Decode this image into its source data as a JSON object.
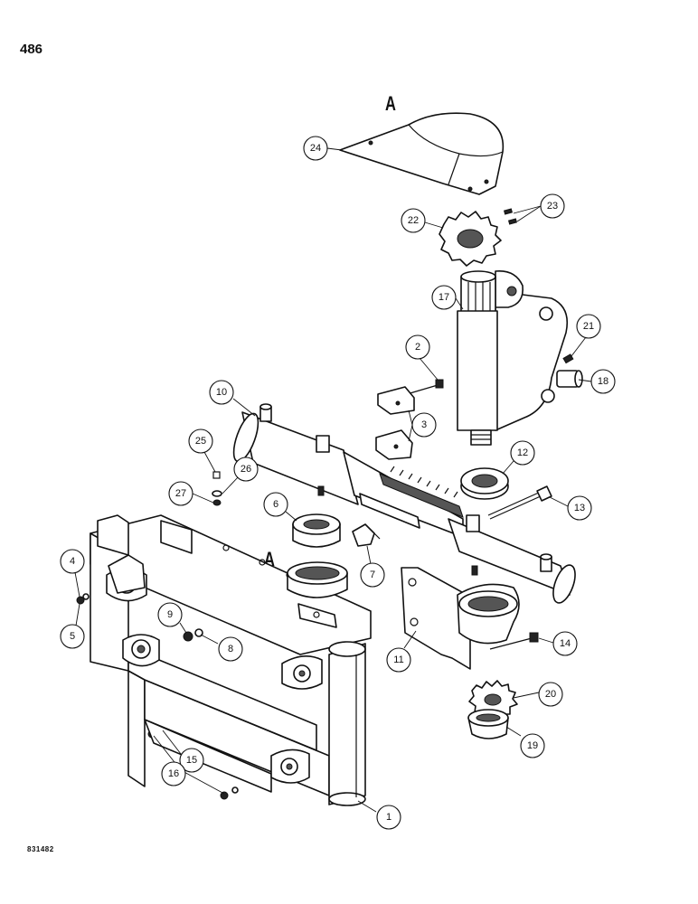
{
  "page": {
    "number": "486",
    "drawing_id": "831482"
  },
  "section_labels": {
    "top": "A",
    "mid": "A"
  },
  "callouts": [
    {
      "id": "c24",
      "label": "24"
    },
    {
      "id": "c22",
      "label": "22"
    },
    {
      "id": "c23",
      "label": "23"
    },
    {
      "id": "c17",
      "label": "17"
    },
    {
      "id": "c21",
      "label": "21"
    },
    {
      "id": "c2",
      "label": "2"
    },
    {
      "id": "c18",
      "label": "18"
    },
    {
      "id": "c10",
      "label": "10"
    },
    {
      "id": "c3",
      "label": "3"
    },
    {
      "id": "c25",
      "label": "25"
    },
    {
      "id": "c26",
      "label": "26"
    },
    {
      "id": "c27",
      "label": "27"
    },
    {
      "id": "c12",
      "label": "12"
    },
    {
      "id": "c6",
      "label": "6"
    },
    {
      "id": "c13",
      "label": "13"
    },
    {
      "id": "c7",
      "label": "7"
    },
    {
      "id": "c4",
      "label": "4"
    },
    {
      "id": "c5",
      "label": "5"
    },
    {
      "id": "c9",
      "label": "9"
    },
    {
      "id": "c8",
      "label": "8"
    },
    {
      "id": "c11",
      "label": "11"
    },
    {
      "id": "c14",
      "label": "14"
    },
    {
      "id": "c20",
      "label": "20"
    },
    {
      "id": "c19",
      "label": "19"
    },
    {
      "id": "c15",
      "label": "15"
    },
    {
      "id": "c16",
      "label": "16"
    },
    {
      "id": "c1",
      "label": "1"
    }
  ]
}
